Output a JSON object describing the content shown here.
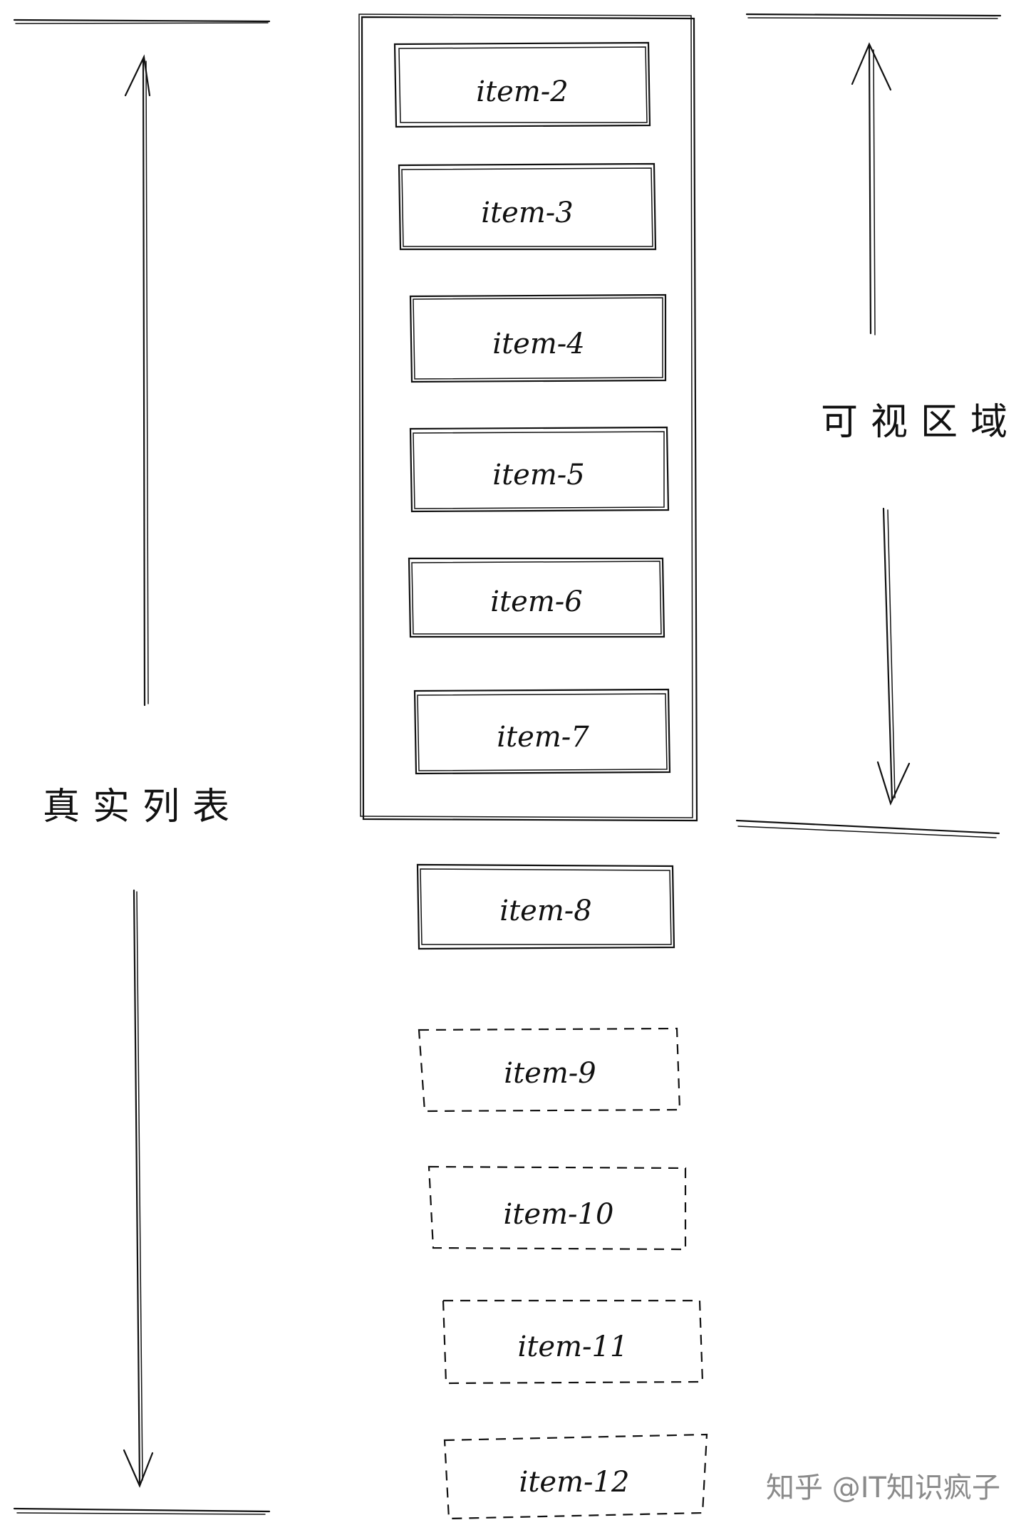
{
  "left_label": "真实列表",
  "right_label": "可视区域",
  "visible_items": [
    "item-2",
    "item-3",
    "item-4",
    "item-5",
    "item-6",
    "item-7"
  ],
  "buffer_item": "item-8",
  "virtual_items": [
    "item-9",
    "item-10",
    "item-11",
    "item-12"
  ],
  "watermark": "知乎 @IT知识疯子"
}
